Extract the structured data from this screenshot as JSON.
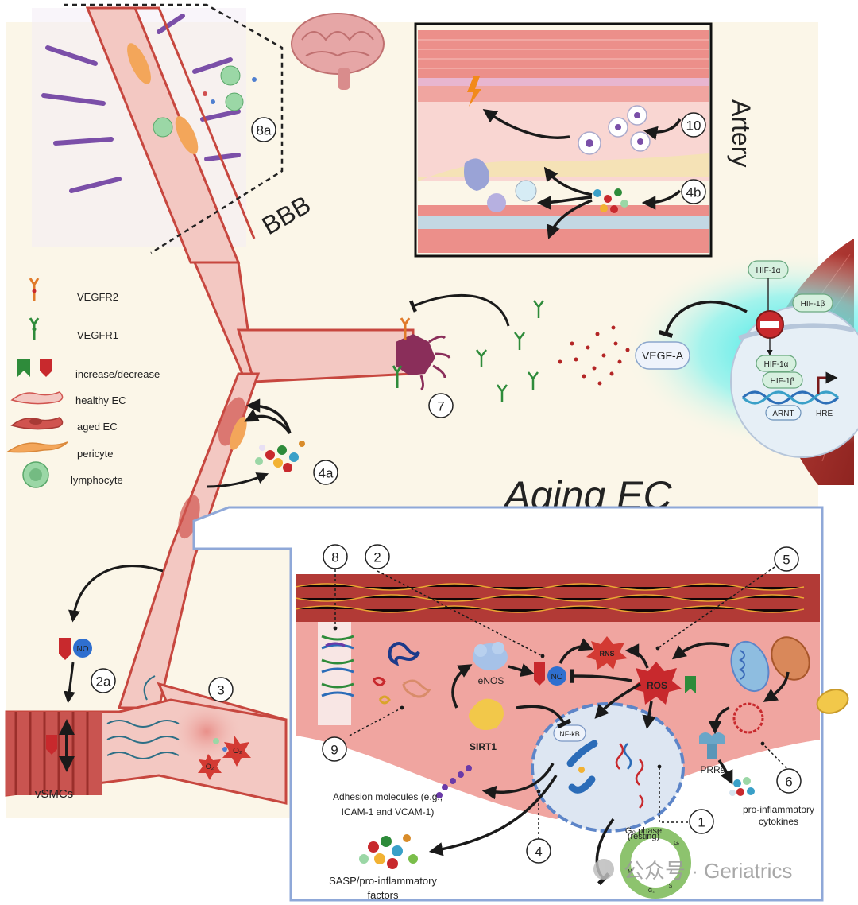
{
  "labels": {
    "bbb": "BBB",
    "artery": "Artery",
    "aging_ec": "Aging EC",
    "vsmcs": "vSMCs",
    "vegf_a": "VEGF-A",
    "hif1a_top": "HIF-1α",
    "hif1b_top": "HIF-1β",
    "hif1a_bottom": "HIF-1α",
    "hif1b_bottom": "HIF-1β",
    "arnt": "ARNT",
    "hre": "HRE",
    "no_left": "NO",
    "no_inset": "NO",
    "o2_a": "O₂",
    "o2_b": "O₂",
    "enos": "eNOS",
    "sirt1": "SIRT1",
    "nfkb": "NF-kB",
    "ros": "ROS",
    "rns": "RNS",
    "prrs": "PRRs",
    "adhesion_1": "Adhesion molecules (e.g.,",
    "adhesion_2": "ICAM-1 and VCAM-1)",
    "sasp_1": "SASP/pro-inflammatory",
    "sasp_2": "factors",
    "cytokines_1": "pro-inflammatory",
    "cytokines_2": "cytokines",
    "cycle_phase_1": "G₀ phase",
    "cycle_phase_2": "(resting)",
    "g1": "G₁",
    "s": "S",
    "g2": "G₂",
    "m": "M"
  },
  "legend": [
    {
      "icon": "vegfr2-receptor-icon",
      "text": "VEGFR2"
    },
    {
      "icon": "vegfr1-receptor-icon",
      "text": "VEGFR1"
    },
    {
      "icon": "increase-decrease-arrows-icon",
      "text": "increase/decrease"
    },
    {
      "icon": "healthy-ec-cell-icon",
      "text": "healthy EC"
    },
    {
      "icon": "aged-ec-cell-icon",
      "text": "aged EC"
    },
    {
      "icon": "pericyte-cell-icon",
      "text": "pericyte"
    },
    {
      "icon": "lymphocyte-cell-icon",
      "text": "lymphocyte"
    }
  ],
  "markers": {
    "m1": "1",
    "m2": "2",
    "m2a": "2a",
    "m3": "3",
    "m4": "4",
    "m4a": "4a",
    "m4b": "4b",
    "m5": "5",
    "m6": "6",
    "m7": "7",
    "m8": "8",
    "m8a": "8a",
    "m9": "9",
    "m10": "10"
  },
  "watermark": "公众号 · Geriatrics",
  "colors": {
    "background": "#fbf6e8",
    "vessel_wall": "#d0544f",
    "vessel_lumen": "#f4c5c0",
    "inset_border": "#8fa8d8",
    "aging_ec_text": "#8fa8d8",
    "hypoxia_glow": "#2ee6e6",
    "ros_red": "#c8292d",
    "no_blue": "#2f6fcf",
    "increase_green": "#2e8b3a",
    "decrease_red": "#c8292d",
    "hif_green": "#d6f0df"
  }
}
